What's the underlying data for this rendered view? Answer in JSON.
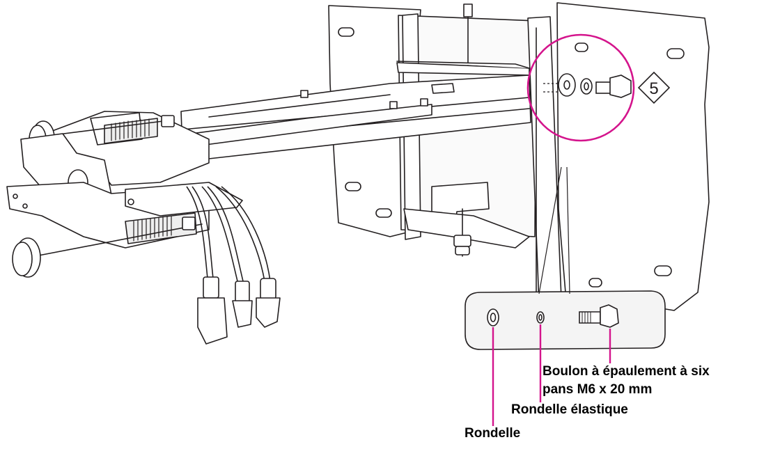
{
  "step_badge": "5",
  "parts": {
    "bolt_line1": "Boulon à épaulement à six",
    "bolt_line2": "pans M6 x 20 mm",
    "spring_washer": "Rondelle élastique",
    "washer": "Rondelle"
  },
  "colors": {
    "highlight": "#d4148c",
    "line": "#231f20",
    "panel_fill": "#f4f4f4"
  }
}
